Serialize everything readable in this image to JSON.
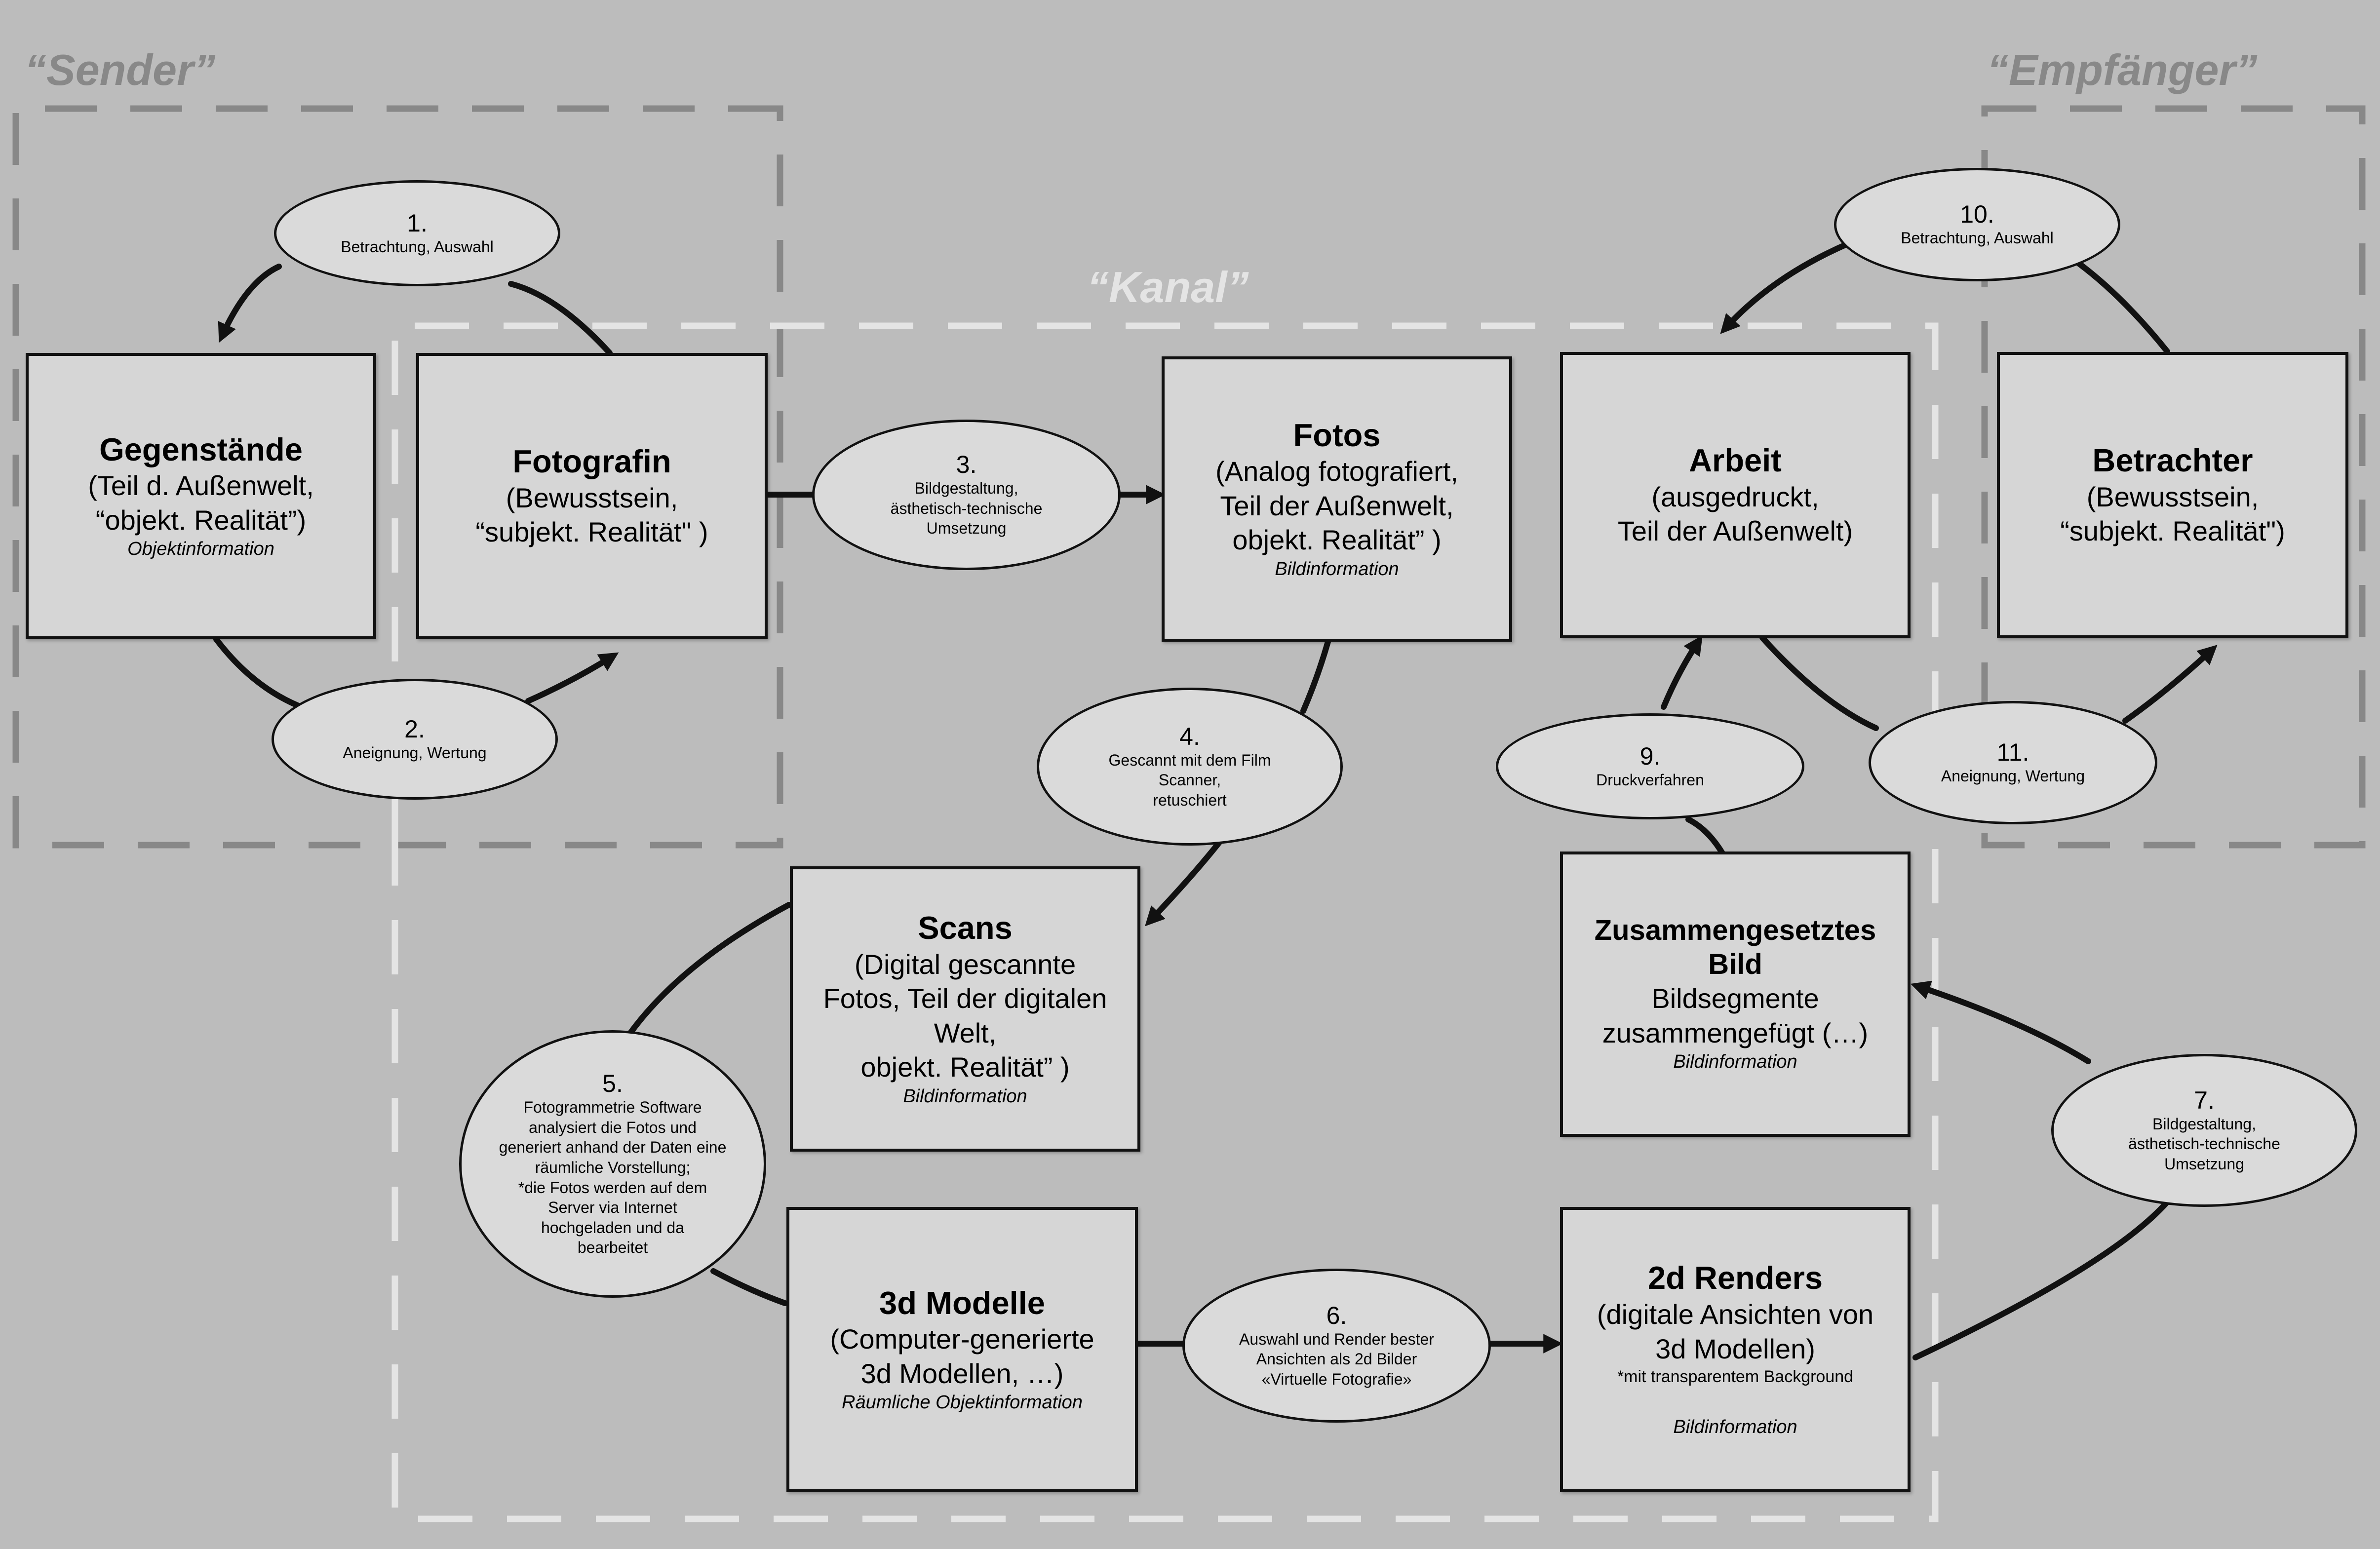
{
  "colors": {
    "background": "#bcbcbc",
    "sender_zone": "#888888",
    "receiver_zone": "#888888",
    "channel_zone": "#e4e4e4",
    "box_fill": "#d6d6d6",
    "ellipse_fill": "#dadada",
    "stroke": "#111111"
  },
  "zones": {
    "sender": "“Sender”",
    "receiver": "“Empfänger”",
    "channel": "“Kanal”"
  },
  "boxes": {
    "gegenstaende": {
      "title": "Gegenstände",
      "desc": "(Teil d. Außenwelt,\n“objekt. Realität”)",
      "sub": "Objektinformation"
    },
    "fotografin": {
      "title": "Fotografin",
      "desc": "(Bewusstsein,\n“subjekt. Realität\" )"
    },
    "fotos": {
      "title": "Fotos",
      "desc": "(Analog fotografiert,\nTeil der Außenwelt,\nobjekt. Realität” )",
      "sub": "Bildinformation"
    },
    "arbeit": {
      "title": "Arbeit",
      "desc": "(ausgedruckt,\nTeil der Außenwelt)"
    },
    "betrachter": {
      "title": "Betrachter",
      "desc": "(Bewusstsein,\n“subjekt. Realität\")"
    },
    "scans": {
      "title": "Scans",
      "desc": "(Digital gescannte\nFotos, Teil der digitalen\nWelt,\nobjekt. Realität” )",
      "sub": "Bildinformation"
    },
    "bild": {
      "title": "Zusammengesetztes\nBild",
      "desc": "Bildsegmente\nzusammengefügt (…)",
      "sub": "Bildinformation"
    },
    "modelle": {
      "title": "3d Modelle",
      "desc": "(Computer-generierte\n3d Modellen, …)",
      "sub": "Räumliche Objektinformation"
    },
    "renders": {
      "title": "2d Renders",
      "desc": "(digitale Ansichten von\n3d Modellen)",
      "note": "*mit transparentem Background",
      "sub": "Bildinformation"
    }
  },
  "steps": {
    "s1": {
      "num": "1.",
      "text": "Betrachtung, Auswahl"
    },
    "s2": {
      "num": "2.",
      "text": "Aneignung, Wertung"
    },
    "s3": {
      "num": "3.",
      "text": "Bildgestaltung,\nästhetisch-technische\nUmsetzung"
    },
    "s4": {
      "num": "4.",
      "text": "Gescannt mit dem Film\nScanner,\nretuschiert"
    },
    "s5": {
      "num": "5.",
      "text": "Fotogrammetrie Software\nanalysiert die Fotos und\ngeneriert anhand der Daten eine\nräumliche Vorstellung;\n*die Fotos werden auf dem\nServer via Internet\nhochgeladen und da\nbearbeitet"
    },
    "s6": {
      "num": "6.",
      "text": "Auswahl und Render bester\nAnsichten als 2d Bilder\n«Virtuelle Fotografie»"
    },
    "s7": {
      "num": "7.",
      "text": "Bildgestaltung,\nästhetisch-technische\nUmsetzung"
    },
    "s9": {
      "num": "9.",
      "text": "Druckverfahren"
    },
    "s10": {
      "num": "10.",
      "text": "Betrachtung, Auswahl"
    },
    "s11": {
      "num": "11.",
      "text": "Aneignung, Wertung"
    }
  }
}
